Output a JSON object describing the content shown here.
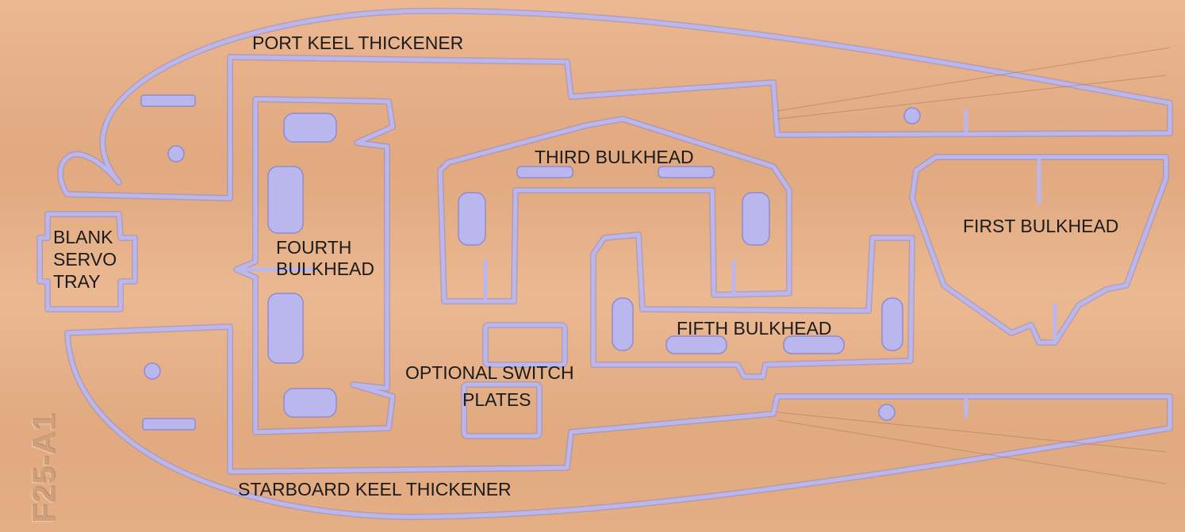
{
  "sheet_id": "F25-A1",
  "labels": {
    "port_keel": "PORT KEEL THICKENER",
    "starboard_keel": "STARBOARD KEEL THICKENER",
    "third_bulkhead": "THIRD BULKHEAD",
    "first_bulkhead": "FIRST BULKHEAD",
    "fourth_bulkhead": [
      "FOURTH",
      "BULKHEAD"
    ],
    "fifth_bulkhead": "FIFTH BULKHEAD",
    "switch_plates": [
      "OPTIONAL SWITCH",
      "PLATES"
    ],
    "blank_servo_tray": [
      "BLANK",
      "SERVO",
      "TRAY"
    ]
  },
  "colors": {
    "wood": "#e8b48c",
    "cut_line": "#b9b6ec",
    "cut_edge": "#8f8bd0",
    "label_text": "#1b1b1b"
  }
}
